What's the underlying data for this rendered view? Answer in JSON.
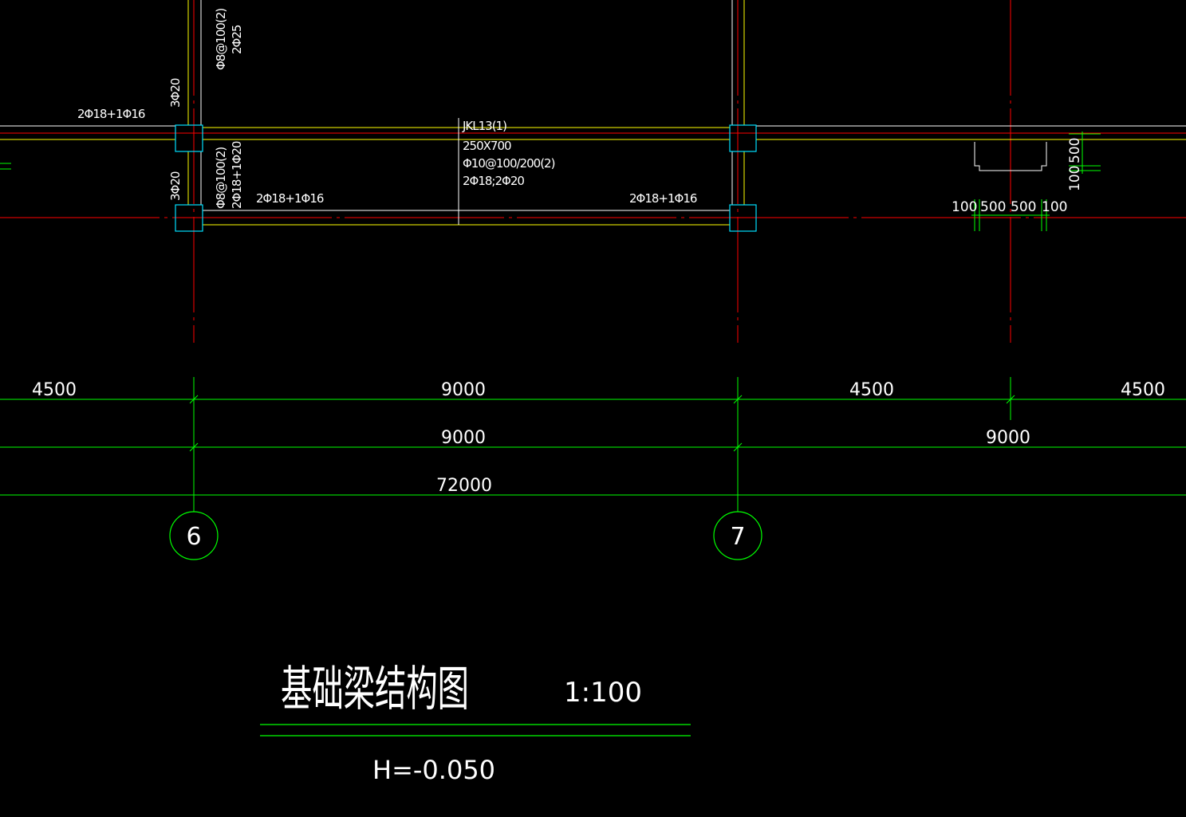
{
  "drawing": {
    "title": "基础梁结构图",
    "scale": "1:100",
    "elevation": "H=-0.050"
  },
  "colors": {
    "background": "#000000",
    "axis_line": "#ff0000",
    "beam_line": "#ffff00",
    "column": "#00e0ff",
    "dimension": "#00ff00",
    "text": "#ffffff",
    "beam_edge": "#ffffff"
  },
  "axes": {
    "left_label": "6",
    "right_label": "7"
  },
  "annotations": {
    "col6_stirrup": "Φ8@100(2)",
    "col6_top_bars": "2Φ25",
    "col6_upper_vert": "3Φ20",
    "col6_lower_vert": "3Φ20",
    "left_beam_bars": "2Φ18+1Φ16",
    "col6_lower_stirrup": "Φ8@100(2)",
    "col6_lower_bars": "2Φ18+1Φ20",
    "beam_left_bottom": "2Φ18+1Φ16",
    "beam_right_bottom": "2Φ18+1Φ16",
    "beam_id": "JKL13(1)",
    "beam_size": "250X700",
    "beam_stirrup": "Φ10@100/200(2)",
    "beam_bars": "2Φ18;2Φ20"
  },
  "detail": {
    "w1": "100",
    "w2": "500",
    "w3": "500",
    "w4": "100",
    "h1": "100",
    "h2": "500"
  },
  "dimensions": {
    "row1": [
      "4500",
      "9000",
      "4500",
      "4500"
    ],
    "row2": [
      "9000",
      "9000"
    ],
    "row3": [
      "72000"
    ]
  }
}
